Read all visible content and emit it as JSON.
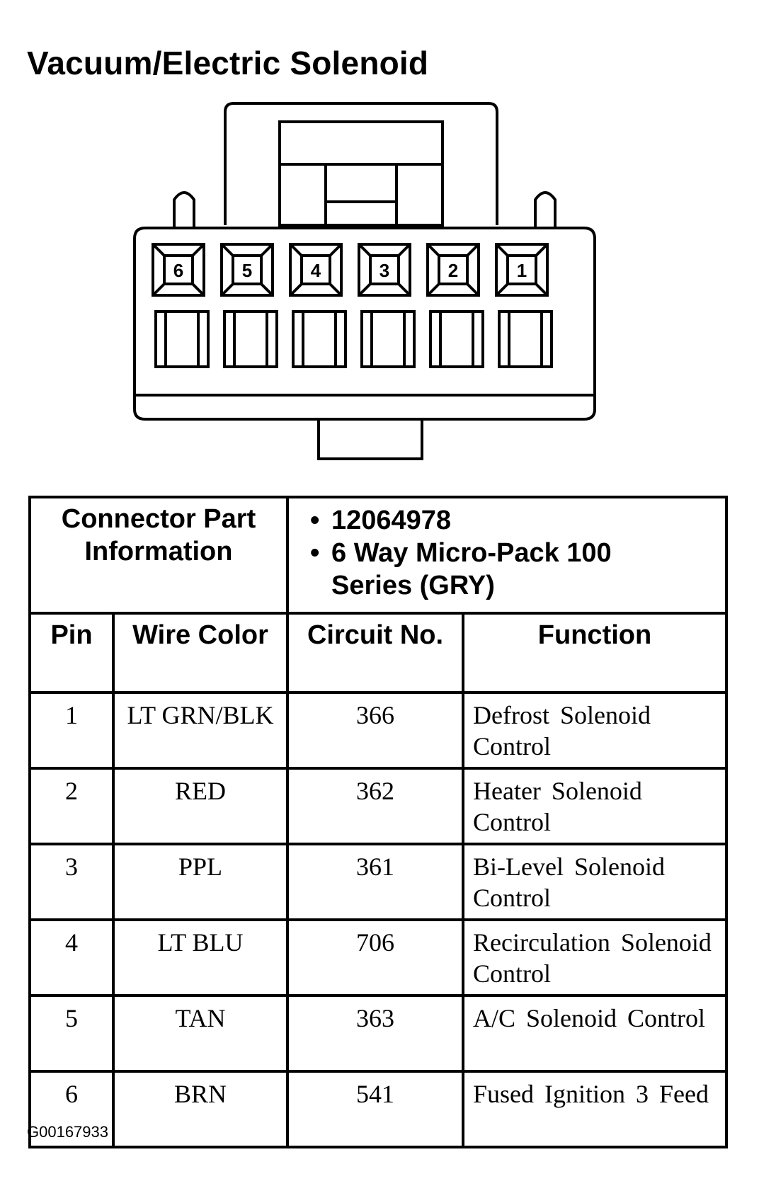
{
  "title": "Vacuum/Electric Solenoid",
  "connector": {
    "cavities": [
      "6",
      "5",
      "4",
      "3",
      "2",
      "1"
    ]
  },
  "part_info": {
    "label": "Connector Part Information",
    "items": [
      "12064978",
      "6 Way Micro-Pack 100",
      "Series (GRY)"
    ]
  },
  "columns": [
    "Pin",
    "Wire Color",
    "Circuit No.",
    "Function"
  ],
  "rows": [
    {
      "pin": "1",
      "wire_color": "LT GRN/BLK",
      "circuit": "366",
      "function": "Defrost Solenoid Control"
    },
    {
      "pin": "2",
      "wire_color": "RED",
      "circuit": "362",
      "function": "Heater Solenoid Control"
    },
    {
      "pin": "3",
      "wire_color": "PPL",
      "circuit": "361",
      "function": "Bi-Level Solenoid Control"
    },
    {
      "pin": "4",
      "wire_color": "LT BLU",
      "circuit": "706",
      "function": "Recirculation Solenoid Control"
    },
    {
      "pin": "5",
      "wire_color": "TAN",
      "circuit": "363",
      "function": "A/C Solenoid Control"
    },
    {
      "pin": "6",
      "wire_color": "BRN",
      "circuit": "541",
      "function": "Fused Ignition 3 Feed"
    }
  ],
  "figure_code": "G00167933"
}
